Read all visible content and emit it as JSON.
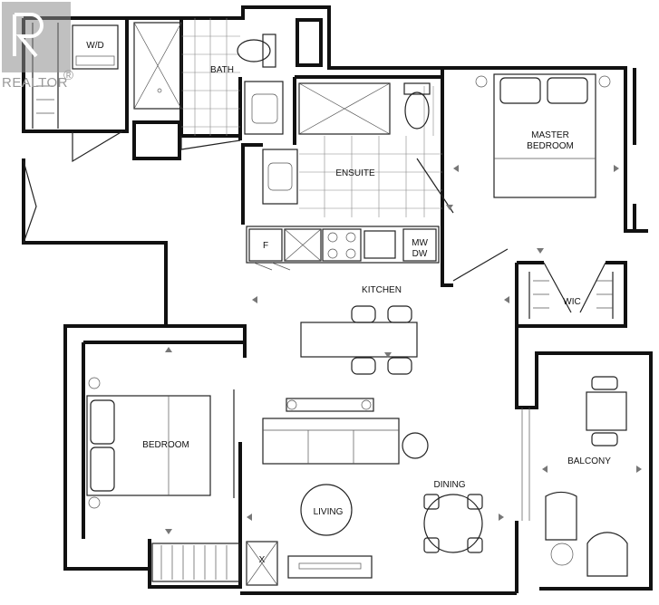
{
  "watermark": {
    "brand": "REALTOR",
    "registered": "®"
  },
  "rooms": {
    "wd": "W/D",
    "bath": "BATH",
    "ensuite": "ENSUITE",
    "master_line1": "MASTER",
    "master_line2": "BEDROOM",
    "kitchen": "KITCHEN",
    "fridge": "F",
    "mw_line1": "MW",
    "mw_line2": "DW",
    "wic": "WIC",
    "bedroom": "BEDROOM",
    "living": "LIVING",
    "dining": "DINING",
    "balcony": "BALCONY",
    "closet_mark": "X"
  }
}
